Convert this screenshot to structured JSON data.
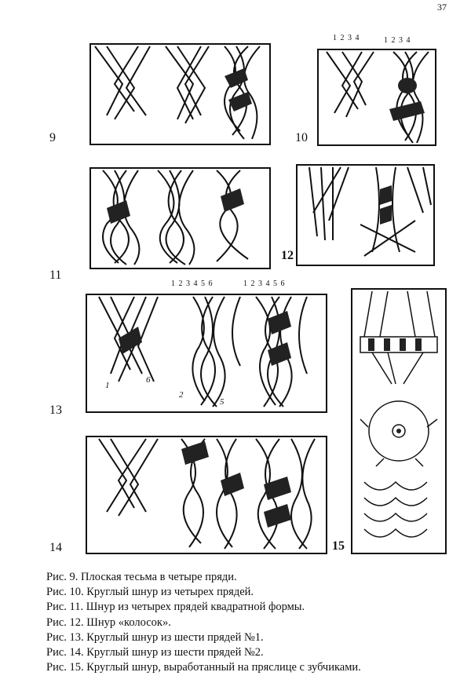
{
  "page_number": "37",
  "figure_labels": {
    "fig9": "9",
    "fig10": "10",
    "fig11": "11",
    "fig12": "12",
    "fig13": "13",
    "fig14": "14",
    "fig15": "15"
  },
  "strand_numbers": {
    "fig10_left": "1 2 3 4",
    "fig10_right": "1 2 3 4",
    "fig13_left": "1 2 3 4 5 6",
    "fig13_right": "1 2 3 4 5 6"
  },
  "fig13_inline_labels": [
    "1",
    "6",
    "2",
    "5"
  ],
  "captions": [
    "Рис. 9. Плоская тесьма в четыре пряди.",
    "Рис. 10. Круглый шнур из четырех прядей.",
    "Рис. 11. Шнур из четырех прядей квадратной формы.",
    "Рис. 12. Шнур «колосок».",
    "Рис. 13. Круглый шнур из шести прядей №1.",
    "Рис. 14. Круглый шнур из шести прядей №2.",
    "Рис. 15. Круглый шнур, выработанный на пряслице с зубчиками."
  ]
}
